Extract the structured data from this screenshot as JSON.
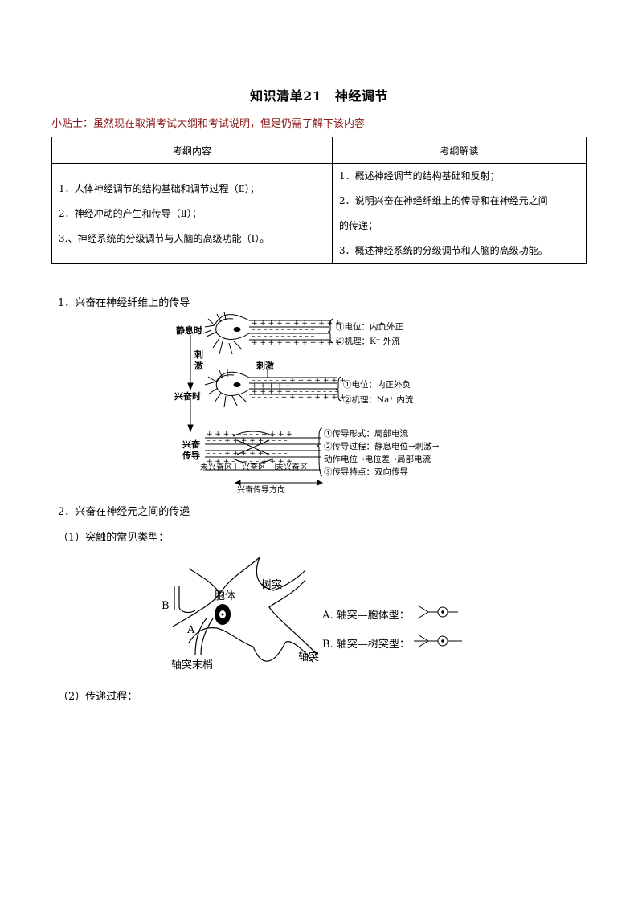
{
  "title": "知识清单21　神经调节",
  "tip": "小贴士：虽然现在取消考试大纲和考试说明，但是仍需了解下该内容",
  "table": {
    "headers": [
      "考纲内容",
      "考纲解读"
    ],
    "left": [
      "1．人体神经调节的结构基础和调节过程（Ⅱ）；",
      "2．神经冲动的产生和传导（Ⅱ）；",
      "3.、神经系统的分级调节与人脑的高级功能（Ⅰ）。"
    ],
    "right": [
      "1．概述神经调节的结构基础和反射；",
      "2．说明兴奋在神经纤维上的传导和在神经元之间",
      "的传递；",
      "3．概述神经系统的分级调节和人脑的高级功能。"
    ]
  },
  "sections": {
    "s1": "1．兴奋在神经纤维上的传导",
    "s2": "2．兴奋在神经元之间的传递",
    "s2_1": "（1）突触的常见类型：",
    "s2_2": "（2）传递过程："
  },
  "fig1": {
    "resting_label": "静息时",
    "stimulus_label_v1": "刺",
    "stimulus_label_v2": "激",
    "stimulus_top": "刺激",
    "excited_label": "兴奋时",
    "conduct_label_1": "兴奋",
    "conduct_label_2": "传导",
    "plus_row": "+ + + + + + + + + + +",
    "minus_row": "– – – – – – – – – – –",
    "ex_top": "– – – – –  + + + + + + + +",
    "ex_mid": "+ + + + +  – – – – – – – –",
    "cond_top": "+ + + – – – – – + + + +",
    "cond_bot": "– – – + + + + + – – – –",
    "rest_note_1": "①电位：内负外正",
    "rest_note_2": "②机理：K⁺ 外流",
    "ex_note_1": "①电位：内正外负",
    "ex_note_2": "②机理：Na⁺ 内流",
    "cond_note_1": "①传导形式：局部电流",
    "cond_note_2": "②传导过程：静息电位→刺激→",
    "cond_note_3": "动作电位→电位差→局部电流",
    "cond_note_4": "③传导特点：双向传导",
    "zone_1": "未兴奋区",
    "zone_2": "兴奋区",
    "zone_3": "未兴奋区",
    "direction": "兴奋传导方向"
  },
  "fig2": {
    "soma": "胞体",
    "dendrite": "树突",
    "axon": "轴突",
    "terminal": "轴突末梢",
    "label_a": "A",
    "label_b": "B",
    "type_a": "A. 轴突—胞体型：",
    "type_b": "B. 轴突—树突型："
  }
}
